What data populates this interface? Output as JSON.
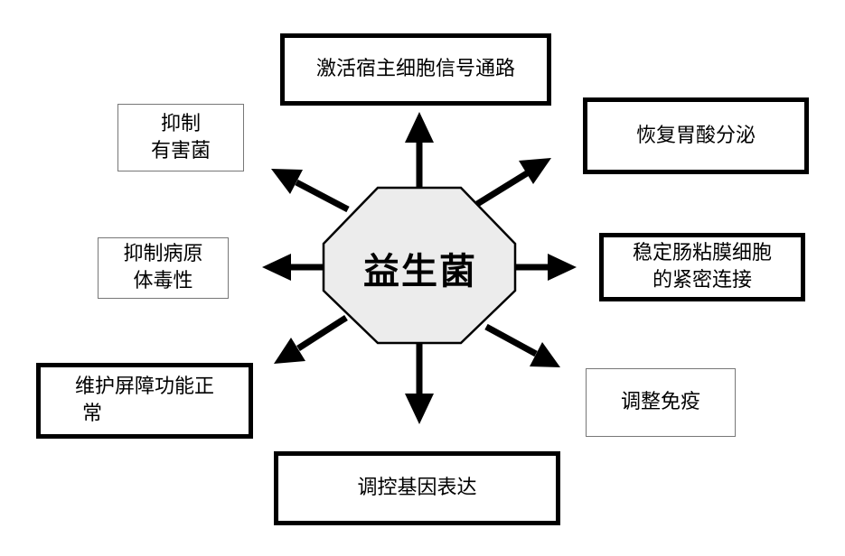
{
  "center": {
    "label": "益生菌"
  },
  "boxes": {
    "top": {
      "lines": [
        "激活宿主细胞信号通路"
      ]
    },
    "top_right": {
      "lines": [
        "恢复胃酸分泌"
      ]
    },
    "right": {
      "lines": [
        "稳定肠粘膜细胞",
        "的紧密连接"
      ]
    },
    "bottom_right": {
      "lines": [
        "调整免疫"
      ]
    },
    "bottom": {
      "lines": [
        "调控基因表达"
      ]
    },
    "bottom_left": {
      "lines": [
        "维护屏障功能正",
        "常"
      ]
    },
    "left": {
      "lines": [
        "抑制病原",
        "体毒性"
      ]
    },
    "top_left": {
      "lines": [
        "抑制",
        "有害菌"
      ]
    }
  },
  "colors": {
    "stroke": "#000000",
    "center_fill": "#ececec",
    "thin_border": "#777777"
  }
}
